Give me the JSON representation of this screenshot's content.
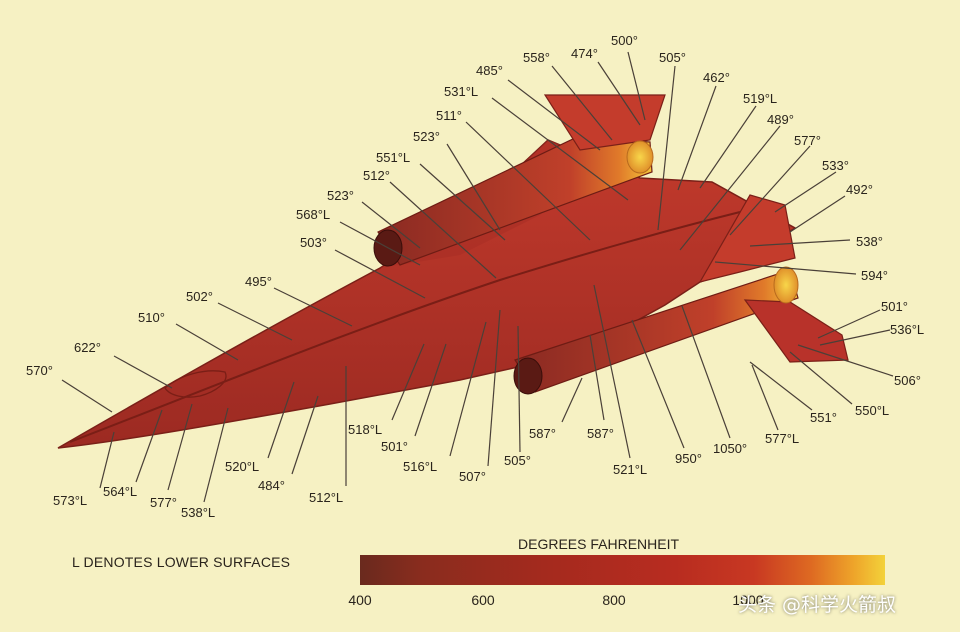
{
  "labels": [
    "500°",
    "474°",
    "558°",
    "485°",
    "505°",
    "531°L",
    "462°",
    "511°",
    "519°L",
    "523°",
    "489°",
    "551°L",
    "577°",
    "512°",
    "533°",
    "523°",
    "492°",
    "568°L",
    "538°",
    "503°",
    "594°",
    "495°",
    "501°",
    "502°",
    "536°L",
    "510°",
    "506°",
    "622°",
    "570°",
    "551°",
    "550°L",
    "577°L",
    "1050°",
    "950°",
    "521°L",
    "587°",
    "587°",
    "505°",
    "507°",
    "516°L",
    "501°",
    "518°L",
    "512°L",
    "484°",
    "520°L",
    "538°L",
    "577°",
    "564°L",
    "573°L"
  ],
  "legend": {
    "lower_note": "L DENOTES LOWER SURFACES",
    "scale_title": "DEGREES FAHRENHEIT",
    "ticks": [
      "400",
      "600",
      "800",
      "1000"
    ]
  },
  "watermark": "头条 @科学火箭叔",
  "colors": {
    "background": "#f6f1c3",
    "body_red": "#b8322a",
    "exhaust_yellow": "#f3c43a"
  }
}
